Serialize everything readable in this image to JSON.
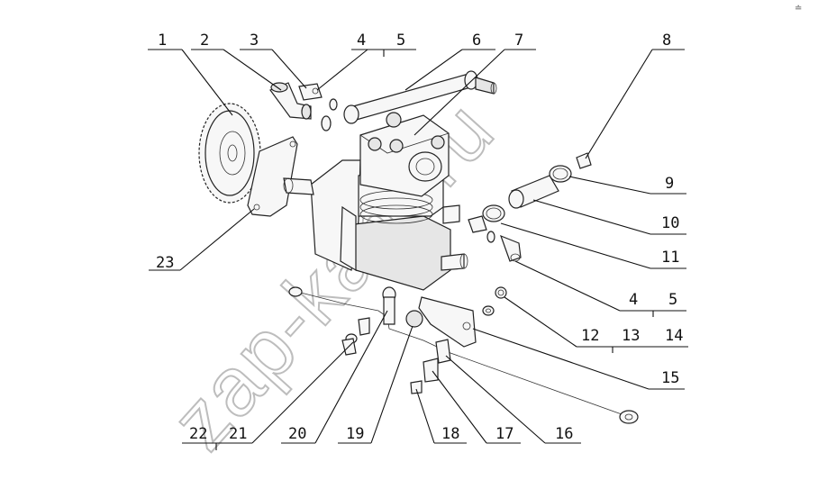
{
  "callouts": [
    {
      "id": "1",
      "label": "1"
    },
    {
      "id": "2",
      "label": "2"
    },
    {
      "id": "3",
      "label": "3"
    },
    {
      "id": "4a",
      "label": "4"
    },
    {
      "id": "5a",
      "label": "5"
    },
    {
      "id": "6",
      "label": "6"
    },
    {
      "id": "7",
      "label": "7"
    },
    {
      "id": "8",
      "label": "8"
    },
    {
      "id": "9",
      "label": "9"
    },
    {
      "id": "10",
      "label": "10"
    },
    {
      "id": "11",
      "label": "11"
    },
    {
      "id": "4b",
      "label": "4"
    },
    {
      "id": "5b",
      "label": "5"
    },
    {
      "id": "12",
      "label": "12"
    },
    {
      "id": "13",
      "label": "13"
    },
    {
      "id": "14",
      "label": "14"
    },
    {
      "id": "15",
      "label": "15"
    },
    {
      "id": "16",
      "label": "16"
    },
    {
      "id": "17",
      "label": "17"
    },
    {
      "id": "18",
      "label": "18"
    },
    {
      "id": "19",
      "label": "19"
    },
    {
      "id": "20",
      "label": "20"
    },
    {
      "id": "21",
      "label": "21"
    },
    {
      "id": "22",
      "label": "22"
    },
    {
      "id": "23",
      "label": "23"
    }
  ],
  "watermark": "zap-kam.ru",
  "corner_mark_text": "≐"
}
